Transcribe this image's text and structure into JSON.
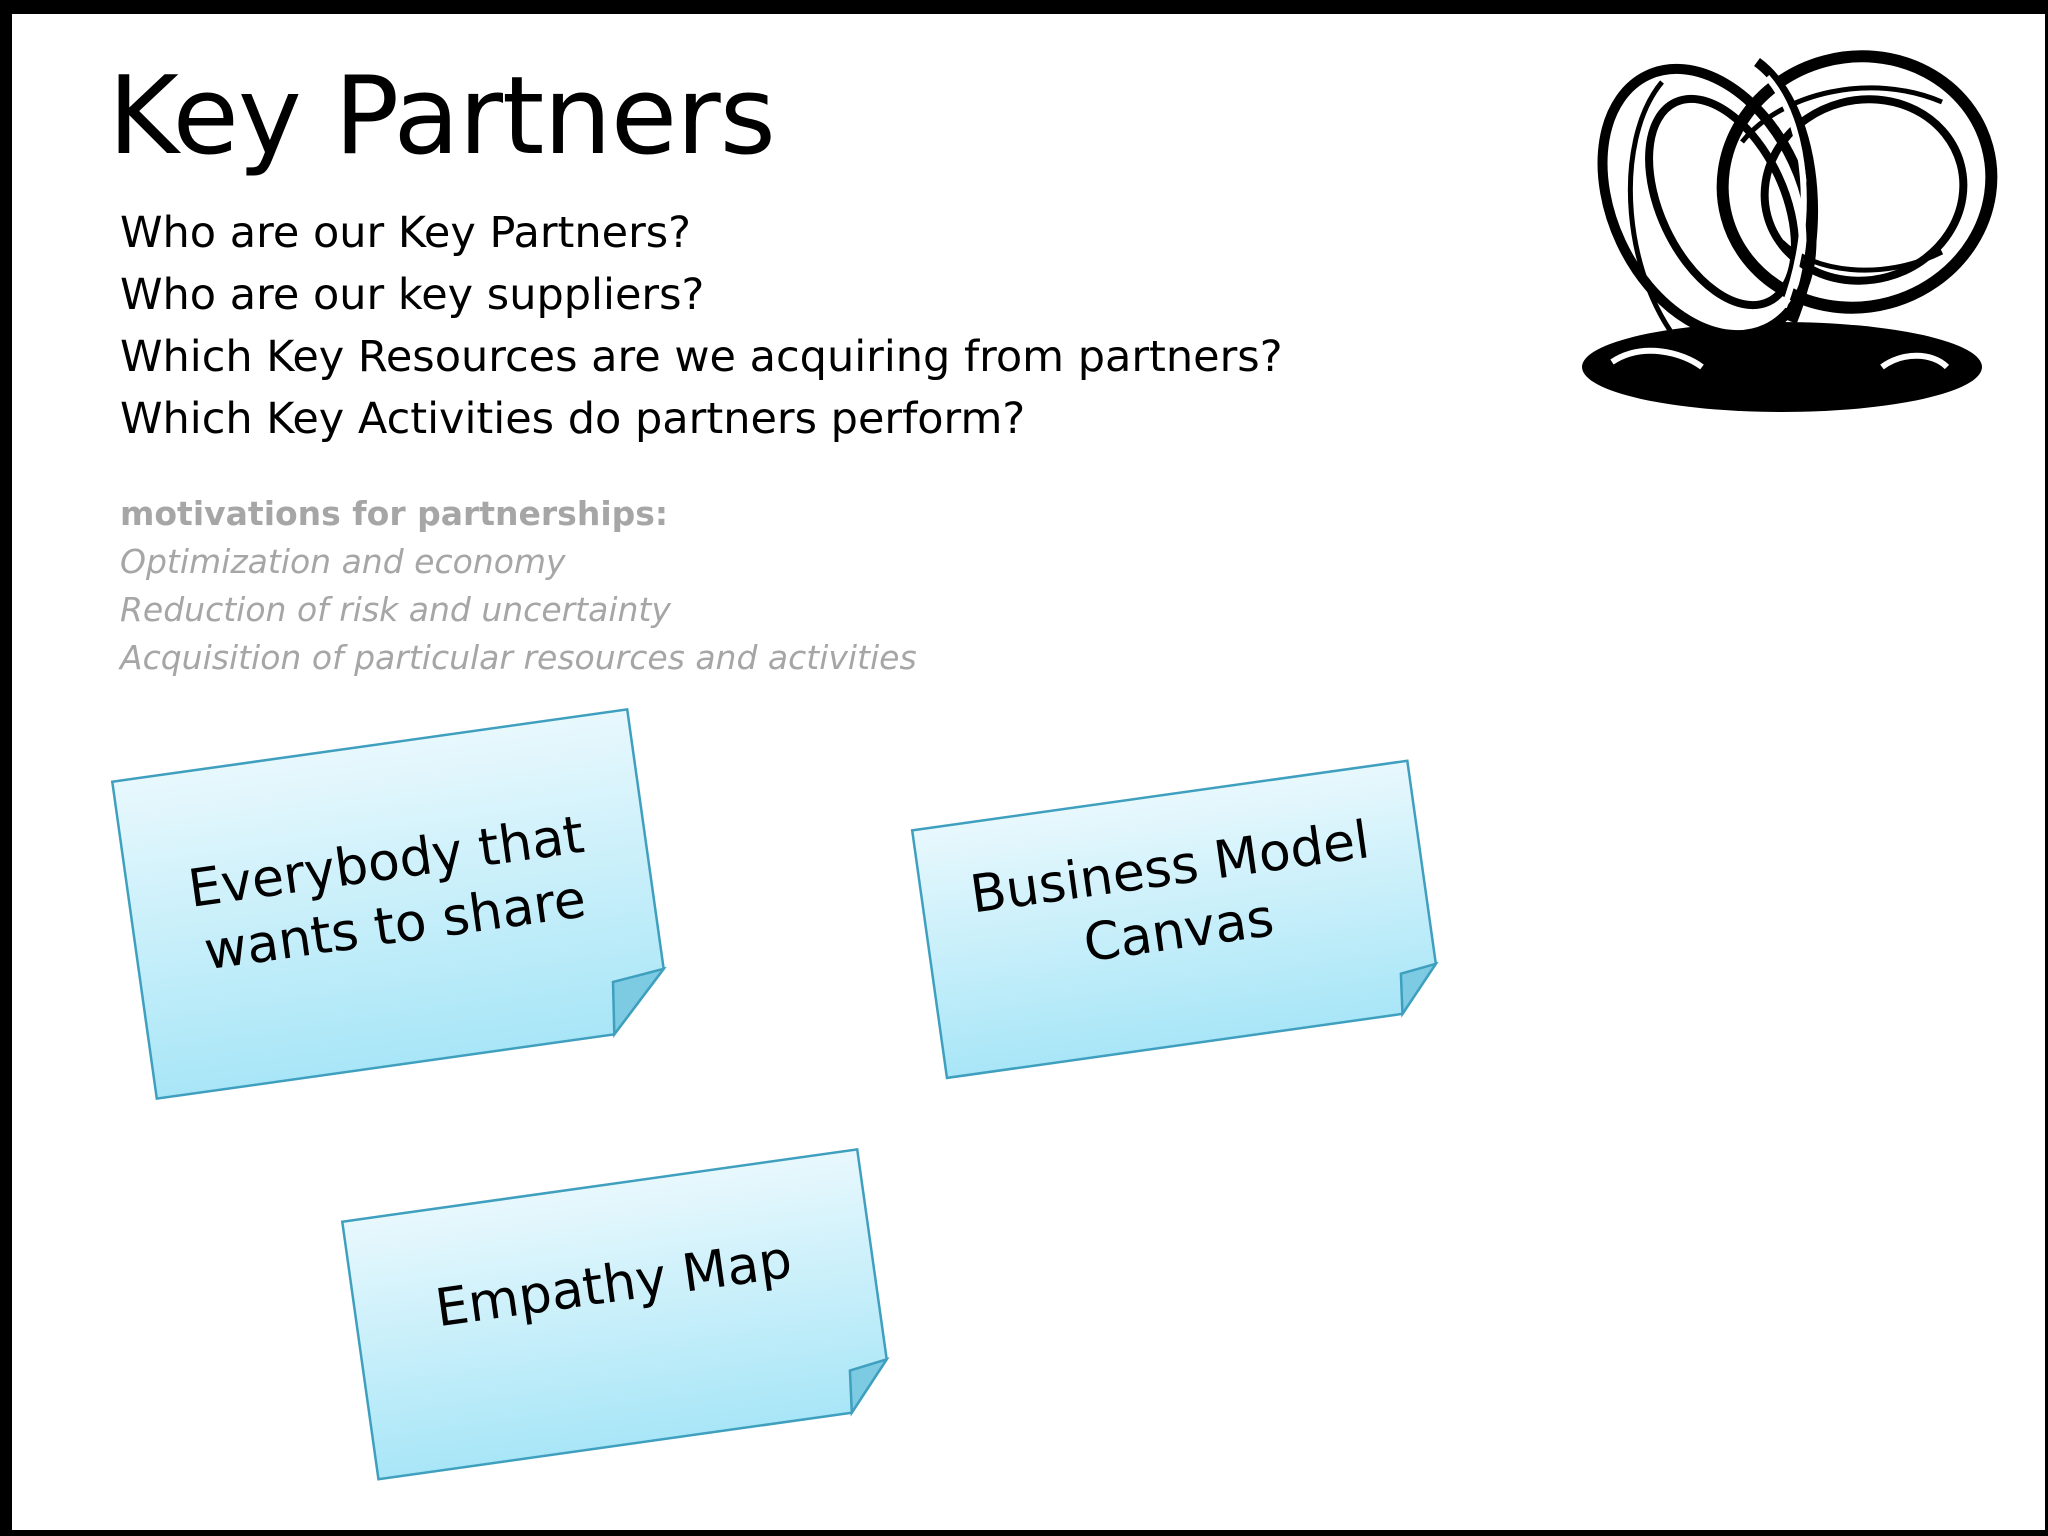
{
  "slide": {
    "title": "Key Partners",
    "questions": [
      "Who are our Key Partners?",
      "Who are our key suppliers?",
      "Which Key Resources are we acquiring from partners?",
      "Which Key Activities do partners perform?"
    ],
    "motivations": {
      "heading": "motivations for partnerships:",
      "items": [
        "Optimization and economy",
        "Reduction of risk and uncertainty",
        "Acquisition of particular resources and activities"
      ]
    },
    "notes": [
      {
        "line1": "Everybody that",
        "line2": "wants to share"
      },
      {
        "line1": "Business Model",
        "line2": "Canvas"
      },
      {
        "line1": "Empathy Map",
        "line2": ""
      }
    ],
    "colors": {
      "note_fill_top": "#e8f8fd",
      "note_fill_bottom": "#a8e6f7",
      "note_stroke": "#3f9fbf",
      "motivation_text": "#a6a6a6"
    },
    "illustration": "interlocking-rings-icon"
  }
}
